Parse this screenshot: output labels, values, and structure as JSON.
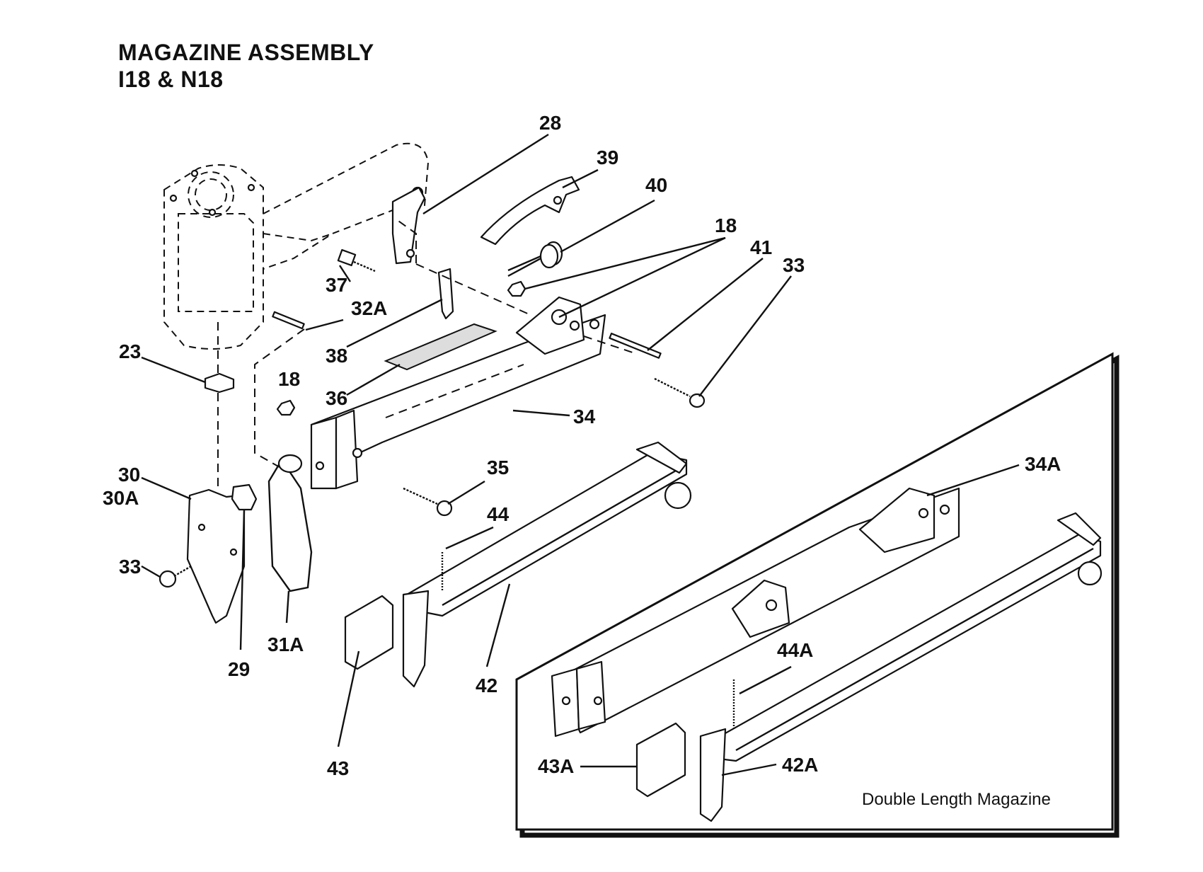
{
  "title": {
    "line1": "MAGAZINE ASSEMBLY",
    "line2": "I18 & N18"
  },
  "callouts": [
    {
      "id": "28",
      "text": "28"
    },
    {
      "id": "39",
      "text": "39"
    },
    {
      "id": "40",
      "text": "40"
    },
    {
      "id": "18a",
      "text": "18"
    },
    {
      "id": "41",
      "text": "41"
    },
    {
      "id": "33a",
      "text": "33"
    },
    {
      "id": "37",
      "text": "37"
    },
    {
      "id": "32A",
      "text": "32A"
    },
    {
      "id": "38",
      "text": "38"
    },
    {
      "id": "23",
      "text": "23"
    },
    {
      "id": "18b",
      "text": "18"
    },
    {
      "id": "36",
      "text": "36"
    },
    {
      "id": "34",
      "text": "34"
    },
    {
      "id": "35",
      "text": "35"
    },
    {
      "id": "30",
      "text": "30"
    },
    {
      "id": "30A",
      "text": "30A"
    },
    {
      "id": "44",
      "text": "44"
    },
    {
      "id": "33b",
      "text": "33"
    },
    {
      "id": "31A",
      "text": "31A"
    },
    {
      "id": "29",
      "text": "29"
    },
    {
      "id": "42",
      "text": "42"
    },
    {
      "id": "43",
      "text": "43"
    },
    {
      "id": "34A",
      "text": "34A"
    },
    {
      "id": "44A",
      "text": "44A"
    },
    {
      "id": "43A",
      "text": "43A"
    },
    {
      "id": "42A",
      "text": "42A"
    }
  ],
  "inset": {
    "caption": "Double Length Magazine"
  }
}
